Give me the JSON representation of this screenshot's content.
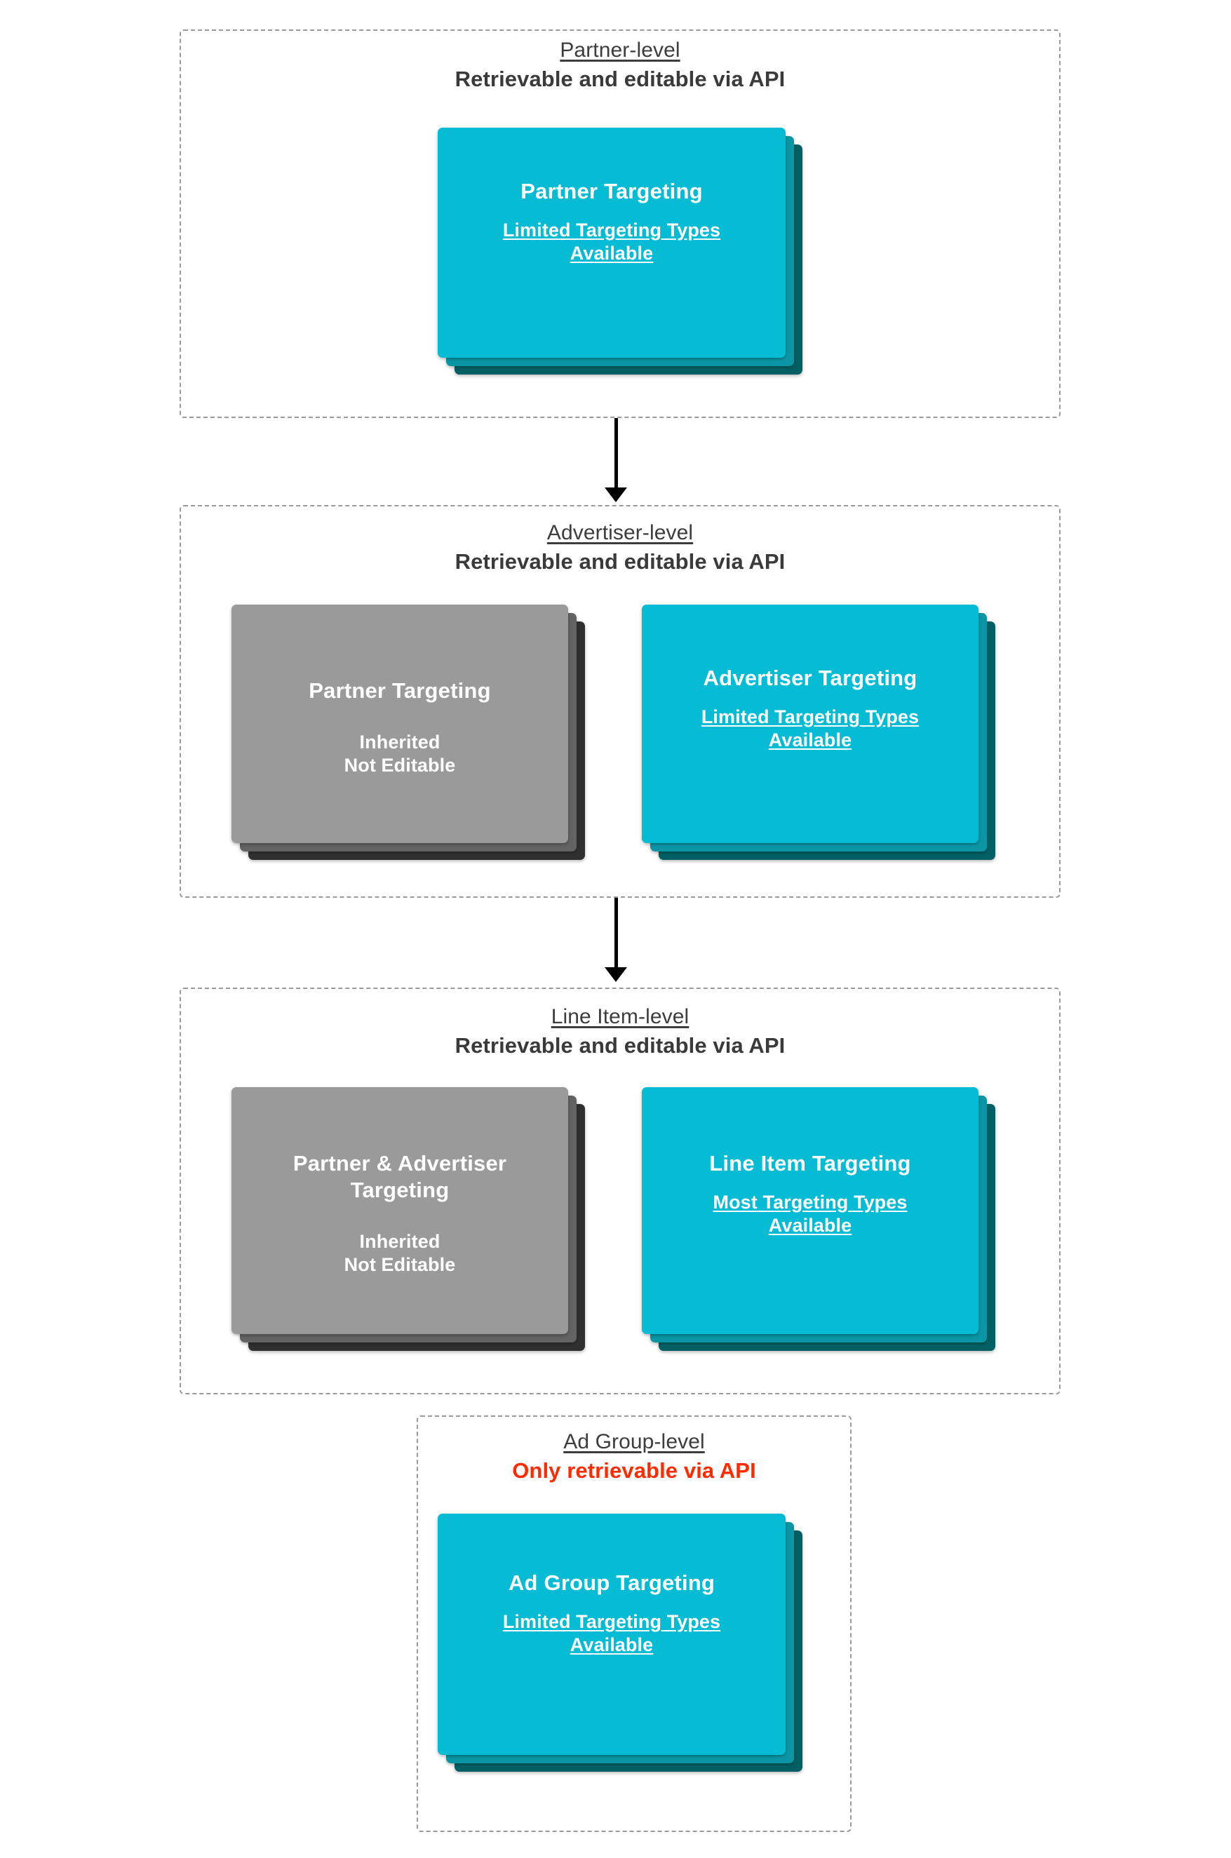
{
  "diagram": {
    "title_semantic": "targeting-inheritance-hierarchy",
    "colors": {
      "card_front": "#06BCD4",
      "card_mid": "#0B96A6",
      "card_back": "#026065",
      "inherited_front": "#9A9A9A",
      "inherited_mid": "#636363",
      "inherited_back": "#303030",
      "warning_text": "#FF2B00",
      "border_dashed": "#9A9A9A",
      "arrow": "#000000"
    }
  },
  "levels": [
    {
      "id": "partner-level",
      "name": "Partner-level",
      "access": "Retrievable and editable via API",
      "access_warning": false,
      "cards": [
        {
          "id": "partner-targeting",
          "title": "Partner Targeting",
          "subtitle": "Limited Targeting Types Available",
          "subtitle_underlined": true,
          "style": "cyan"
        }
      ]
    },
    {
      "id": "advertiser-level",
      "name": "Advertiser-level",
      "access": "Retrievable and editable via API",
      "access_warning": false,
      "cards": [
        {
          "id": "inherited-partner-targeting",
          "title": "Partner Targeting",
          "subtitle": "Inherited\nNot Editable",
          "subtitle_underlined": false,
          "style": "grey"
        },
        {
          "id": "advertiser-targeting",
          "title": "Advertiser Targeting",
          "subtitle": "Limited Targeting Types Available",
          "subtitle_underlined": true,
          "style": "cyan"
        }
      ]
    },
    {
      "id": "line-item-level",
      "name": "Line Item-level",
      "access": "Retrievable and editable via API",
      "access_warning": false,
      "cards": [
        {
          "id": "inherited-partner-advertiser-targeting",
          "title": "Partner & Advertiser Targeting",
          "subtitle": "Inherited\nNot Editable",
          "subtitle_underlined": false,
          "style": "grey"
        },
        {
          "id": "line-item-targeting",
          "title": "Line Item Targeting",
          "subtitle": "Most Targeting Types Available",
          "subtitle_underlined": true,
          "style": "cyan"
        }
      ]
    },
    {
      "id": "ad-group-level",
      "name": "Ad Group-level",
      "access": "Only retrievable via API",
      "access_warning": true,
      "cards": [
        {
          "id": "ad-group-targeting",
          "title": "Ad Group Targeting",
          "subtitle": "Limited Targeting Types Available",
          "subtitle_underlined": true,
          "style": "cyan"
        }
      ]
    }
  ],
  "connectors": [
    {
      "id": "partner-to-advertiser",
      "from": "partner-level",
      "to": "advertiser-level"
    },
    {
      "id": "advertiser-to-line-item",
      "from": "advertiser-level",
      "to": "line-item-level"
    }
  ]
}
